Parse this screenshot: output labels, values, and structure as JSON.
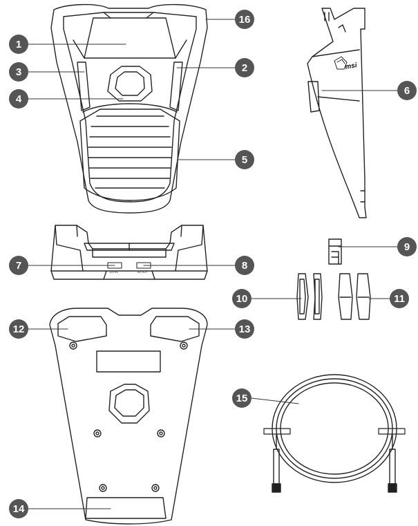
{
  "diagram": {
    "colors": {
      "line": "#222222",
      "callout": "#555555",
      "callout_text": "#ffffff",
      "background": "#ffffff"
    },
    "port_labels": {
      "left": "12V IN",
      "right": "5V OUT"
    },
    "logo_text": "msi",
    "callouts": [
      "1",
      "2",
      "3",
      "4",
      "5",
      "6",
      "7",
      "8",
      "9",
      "10",
      "11",
      "12",
      "13",
      "14",
      "15",
      "16"
    ]
  }
}
